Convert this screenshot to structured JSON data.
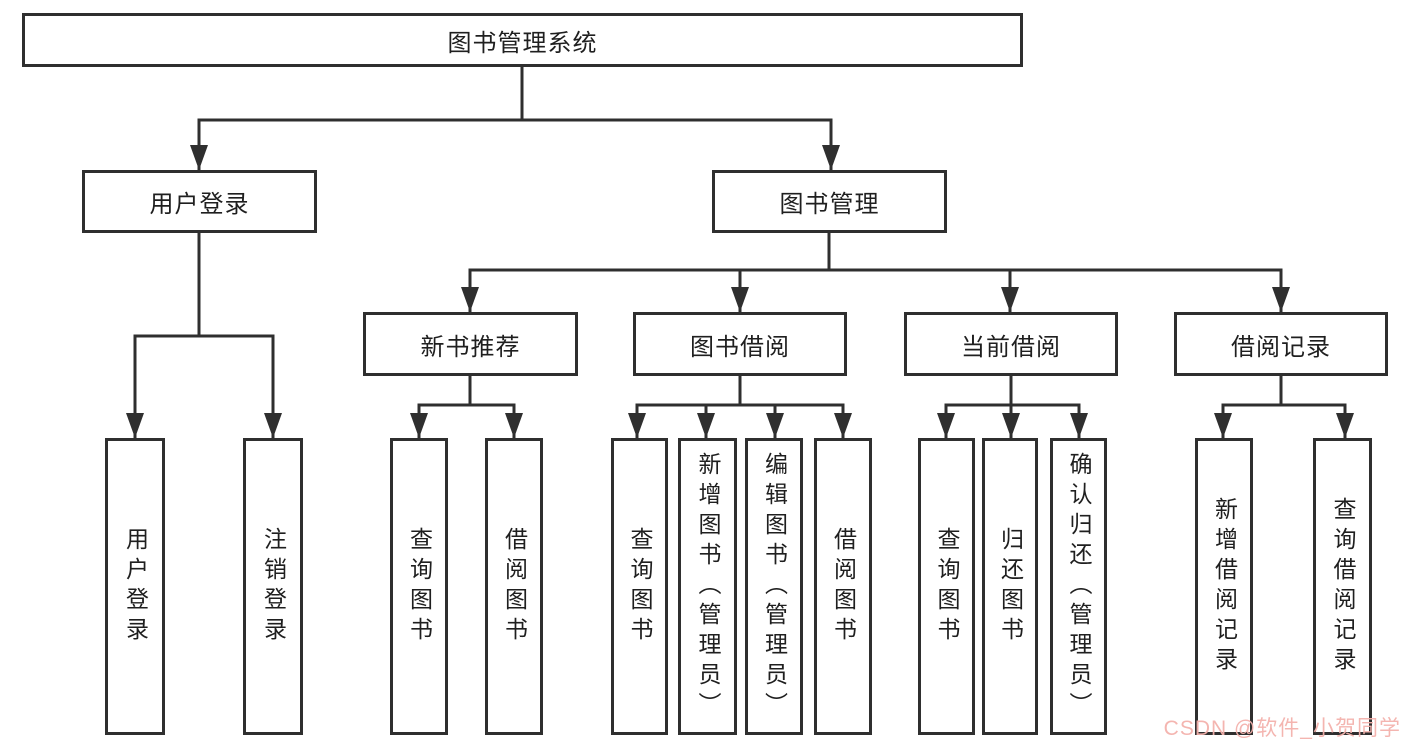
{
  "diagram": {
    "title": "图书管理系统",
    "root": {
      "label": "图书管理系统"
    },
    "level1": [
      {
        "label": "用户登录"
      },
      {
        "label": "图书管理"
      }
    ],
    "level2": [
      {
        "label": "新书推荐"
      },
      {
        "label": "图书借阅"
      },
      {
        "label": "当前借阅"
      },
      {
        "label": "借阅记录"
      }
    ],
    "leaves": [
      {
        "label": "用户登录",
        "parent": "用户登录"
      },
      {
        "label": "注销登录",
        "parent": "用户登录"
      },
      {
        "label": "查询图书",
        "parent": "新书推荐"
      },
      {
        "label": "借阅图书",
        "parent": "新书推荐"
      },
      {
        "label": "查询图书",
        "parent": "图书借阅"
      },
      {
        "label": "新增图书（管理员）",
        "parent": "图书借阅"
      },
      {
        "label": "编辑图书（管理员）",
        "parent": "图书借阅"
      },
      {
        "label": "借阅图书",
        "parent": "图书借阅"
      },
      {
        "label": "查询图书",
        "parent": "当前借阅"
      },
      {
        "label": "归还图书",
        "parent": "当前借阅"
      },
      {
        "label": "确认归还（管理员）",
        "parent": "当前借阅"
      },
      {
        "label": "新增借阅记录",
        "parent": "借阅记录"
      },
      {
        "label": "查询借阅记录",
        "parent": "借阅记录"
      }
    ]
  },
  "watermark": {
    "text": "CSDN @软件_小贺同学"
  },
  "colors": {
    "line": "#2f2f2f",
    "box_border": "#2f2f2f",
    "background": "#ffffff",
    "watermark": "#f3b1ac"
  }
}
